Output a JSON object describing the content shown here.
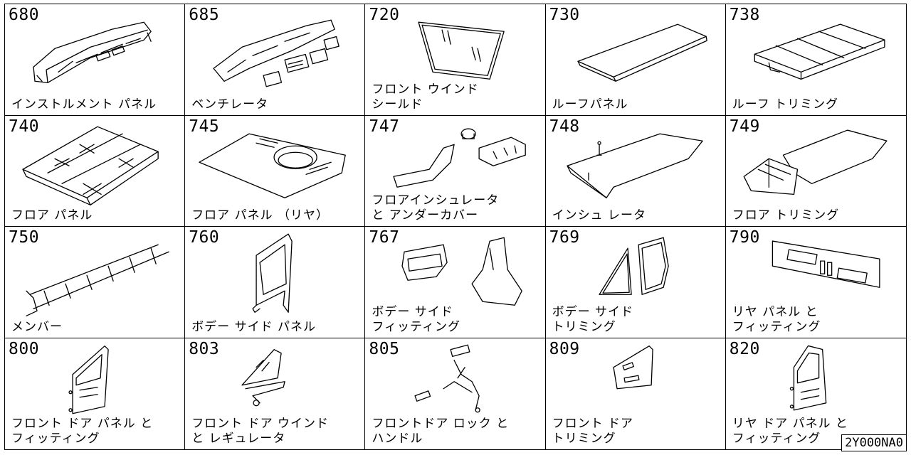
{
  "cells": [
    {
      "num": "680",
      "label": "インストルメント パネル",
      "icon": "instrument-panel-icon"
    },
    {
      "num": "685",
      "label": "ベンチレータ",
      "icon": "ventilator-icon"
    },
    {
      "num": "720",
      "label": "フロント ウインド\nシールド",
      "icon": "windshield-icon"
    },
    {
      "num": "730",
      "label": "ルーフパネル",
      "icon": "roof-panel-icon"
    },
    {
      "num": "738",
      "label": "ルーフ トリミング",
      "icon": "roof-trim-icon"
    },
    {
      "num": "740",
      "label": "フロア パネル",
      "icon": "floor-panel-icon"
    },
    {
      "num": "745",
      "label": "フロア パネル （リヤ）",
      "icon": "rear-floor-panel-icon"
    },
    {
      "num": "747",
      "label": "フロアインシュレータ\nと アンダーカバー",
      "icon": "floor-insulator-icon"
    },
    {
      "num": "748",
      "label": "インシュ レータ",
      "icon": "insulator-icon"
    },
    {
      "num": "749",
      "label": "フロア トリミング",
      "icon": "floor-trim-icon"
    },
    {
      "num": "750",
      "label": "メンバー",
      "icon": "frame-member-icon"
    },
    {
      "num": "760",
      "label": "ボデー サイド パネル",
      "icon": "body-side-panel-icon"
    },
    {
      "num": "767",
      "label": "ボデー サイド\nフィッティング",
      "icon": "body-side-fitting-icon"
    },
    {
      "num": "769",
      "label": "ボデー サイド\nトリミング",
      "icon": "body-side-trim-icon"
    },
    {
      "num": "790",
      "label": "リヤ パネル と\nフィッティング",
      "icon": "rear-panel-icon"
    },
    {
      "num": "800",
      "label": "フロント ドア パネル と\nフィッティング",
      "icon": "front-door-panel-icon"
    },
    {
      "num": "803",
      "label": "フロント ドア ウインド\nと レギュレータ",
      "icon": "door-window-regulator-icon"
    },
    {
      "num": "805",
      "label": "フロントドア ロック と\nハンドル",
      "icon": "door-lock-handle-icon"
    },
    {
      "num": "809",
      "label": "フロント ドア\nトリミング",
      "icon": "door-trim-icon"
    },
    {
      "num": "820",
      "label": "リヤ ドア パネル と\nフィッティング",
      "icon": "rear-door-panel-icon"
    }
  ],
  "footer_code": "2Y000NA0"
}
